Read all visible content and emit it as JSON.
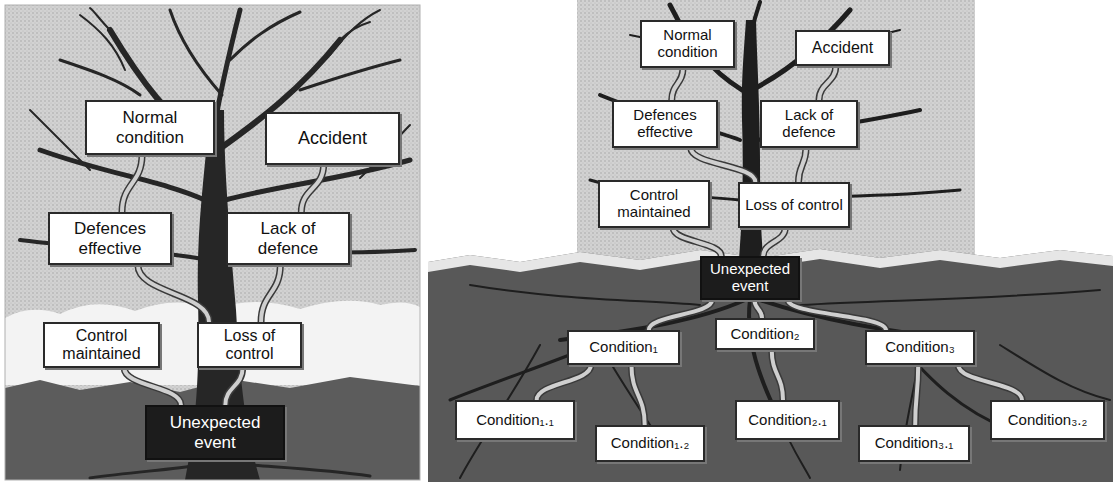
{
  "diagram": {
    "nodes": [
      {
        "text": [
          "Normal condition"
        ]
      },
      {
        "text": [
          "Accident"
        ]
      },
      {
        "text": [
          "Defences effective"
        ]
      },
      {
        "text": [
          "Lack of defence"
        ]
      },
      {
        "text": [
          "Control maintained"
        ]
      },
      {
        "text": [
          "Loss of control"
        ]
      },
      {
        "text": [
          "Unexpected event"
        ]
      },
      {
        "text": [
          "Normal condition"
        ]
      },
      {
        "text": [
          "Accident"
        ]
      },
      {
        "text": [
          "Defences effective"
        ]
      },
      {
        "text": [
          "Lack of defence"
        ]
      },
      {
        "text": [
          "Control maintained"
        ]
      },
      {
        "text": [
          "Loss of control"
        ]
      },
      {
        "text": [
          "Unexpected event"
        ]
      },
      {
        "text": [
          "Condition₁"
        ]
      },
      {
        "text": [
          "Condition₂"
        ]
      },
      {
        "text": [
          "Condition₃"
        ]
      },
      {
        "text": [
          "Condition₁.₁"
        ]
      },
      {
        "text": [
          "Condition₁.₂"
        ]
      },
      {
        "text": [
          "Condition₂.₁"
        ]
      },
      {
        "text": [
          "Condition₃.₁"
        ]
      },
      {
        "text": [
          "Condition₃.₂"
        ]
      }
    ],
    "edges": [
      {
        "from": 6,
        "to": 4,
        "arrow": "none"
      },
      {
        "from": 6,
        "to": 5,
        "arrow": "none"
      },
      {
        "from": 5,
        "to": 2,
        "arrow": "none"
      },
      {
        "from": 5,
        "to": 3,
        "arrow": "none"
      },
      {
        "from": 2,
        "to": 0,
        "arrow": "none"
      },
      {
        "from": 3,
        "to": 1,
        "arrow": "none"
      },
      {
        "from": 13,
        "to": 11,
        "arrow": "none"
      },
      {
        "from": 13,
        "to": 12,
        "arrow": "none"
      },
      {
        "from": 12,
        "to": 9,
        "arrow": "none"
      },
      {
        "from": 12,
        "to": 10,
        "arrow": "none"
      },
      {
        "from": 9,
        "to": 7,
        "arrow": "none"
      },
      {
        "from": 10,
        "to": 8,
        "arrow": "none"
      },
      {
        "from": 13,
        "to": 14,
        "arrow": "none"
      },
      {
        "from": 13,
        "to": 15,
        "arrow": "none"
      },
      {
        "from": 13,
        "to": 16,
        "arrow": "none"
      },
      {
        "from": 14,
        "to": 17,
        "arrow": "none"
      },
      {
        "from": 14,
        "to": 18,
        "arrow": "none"
      },
      {
        "from": 15,
        "to": 19,
        "arrow": "none"
      },
      {
        "from": 16,
        "to": 20,
        "arrow": "none"
      },
      {
        "from": 16,
        "to": 21,
        "arrow": "none"
      }
    ]
  }
}
